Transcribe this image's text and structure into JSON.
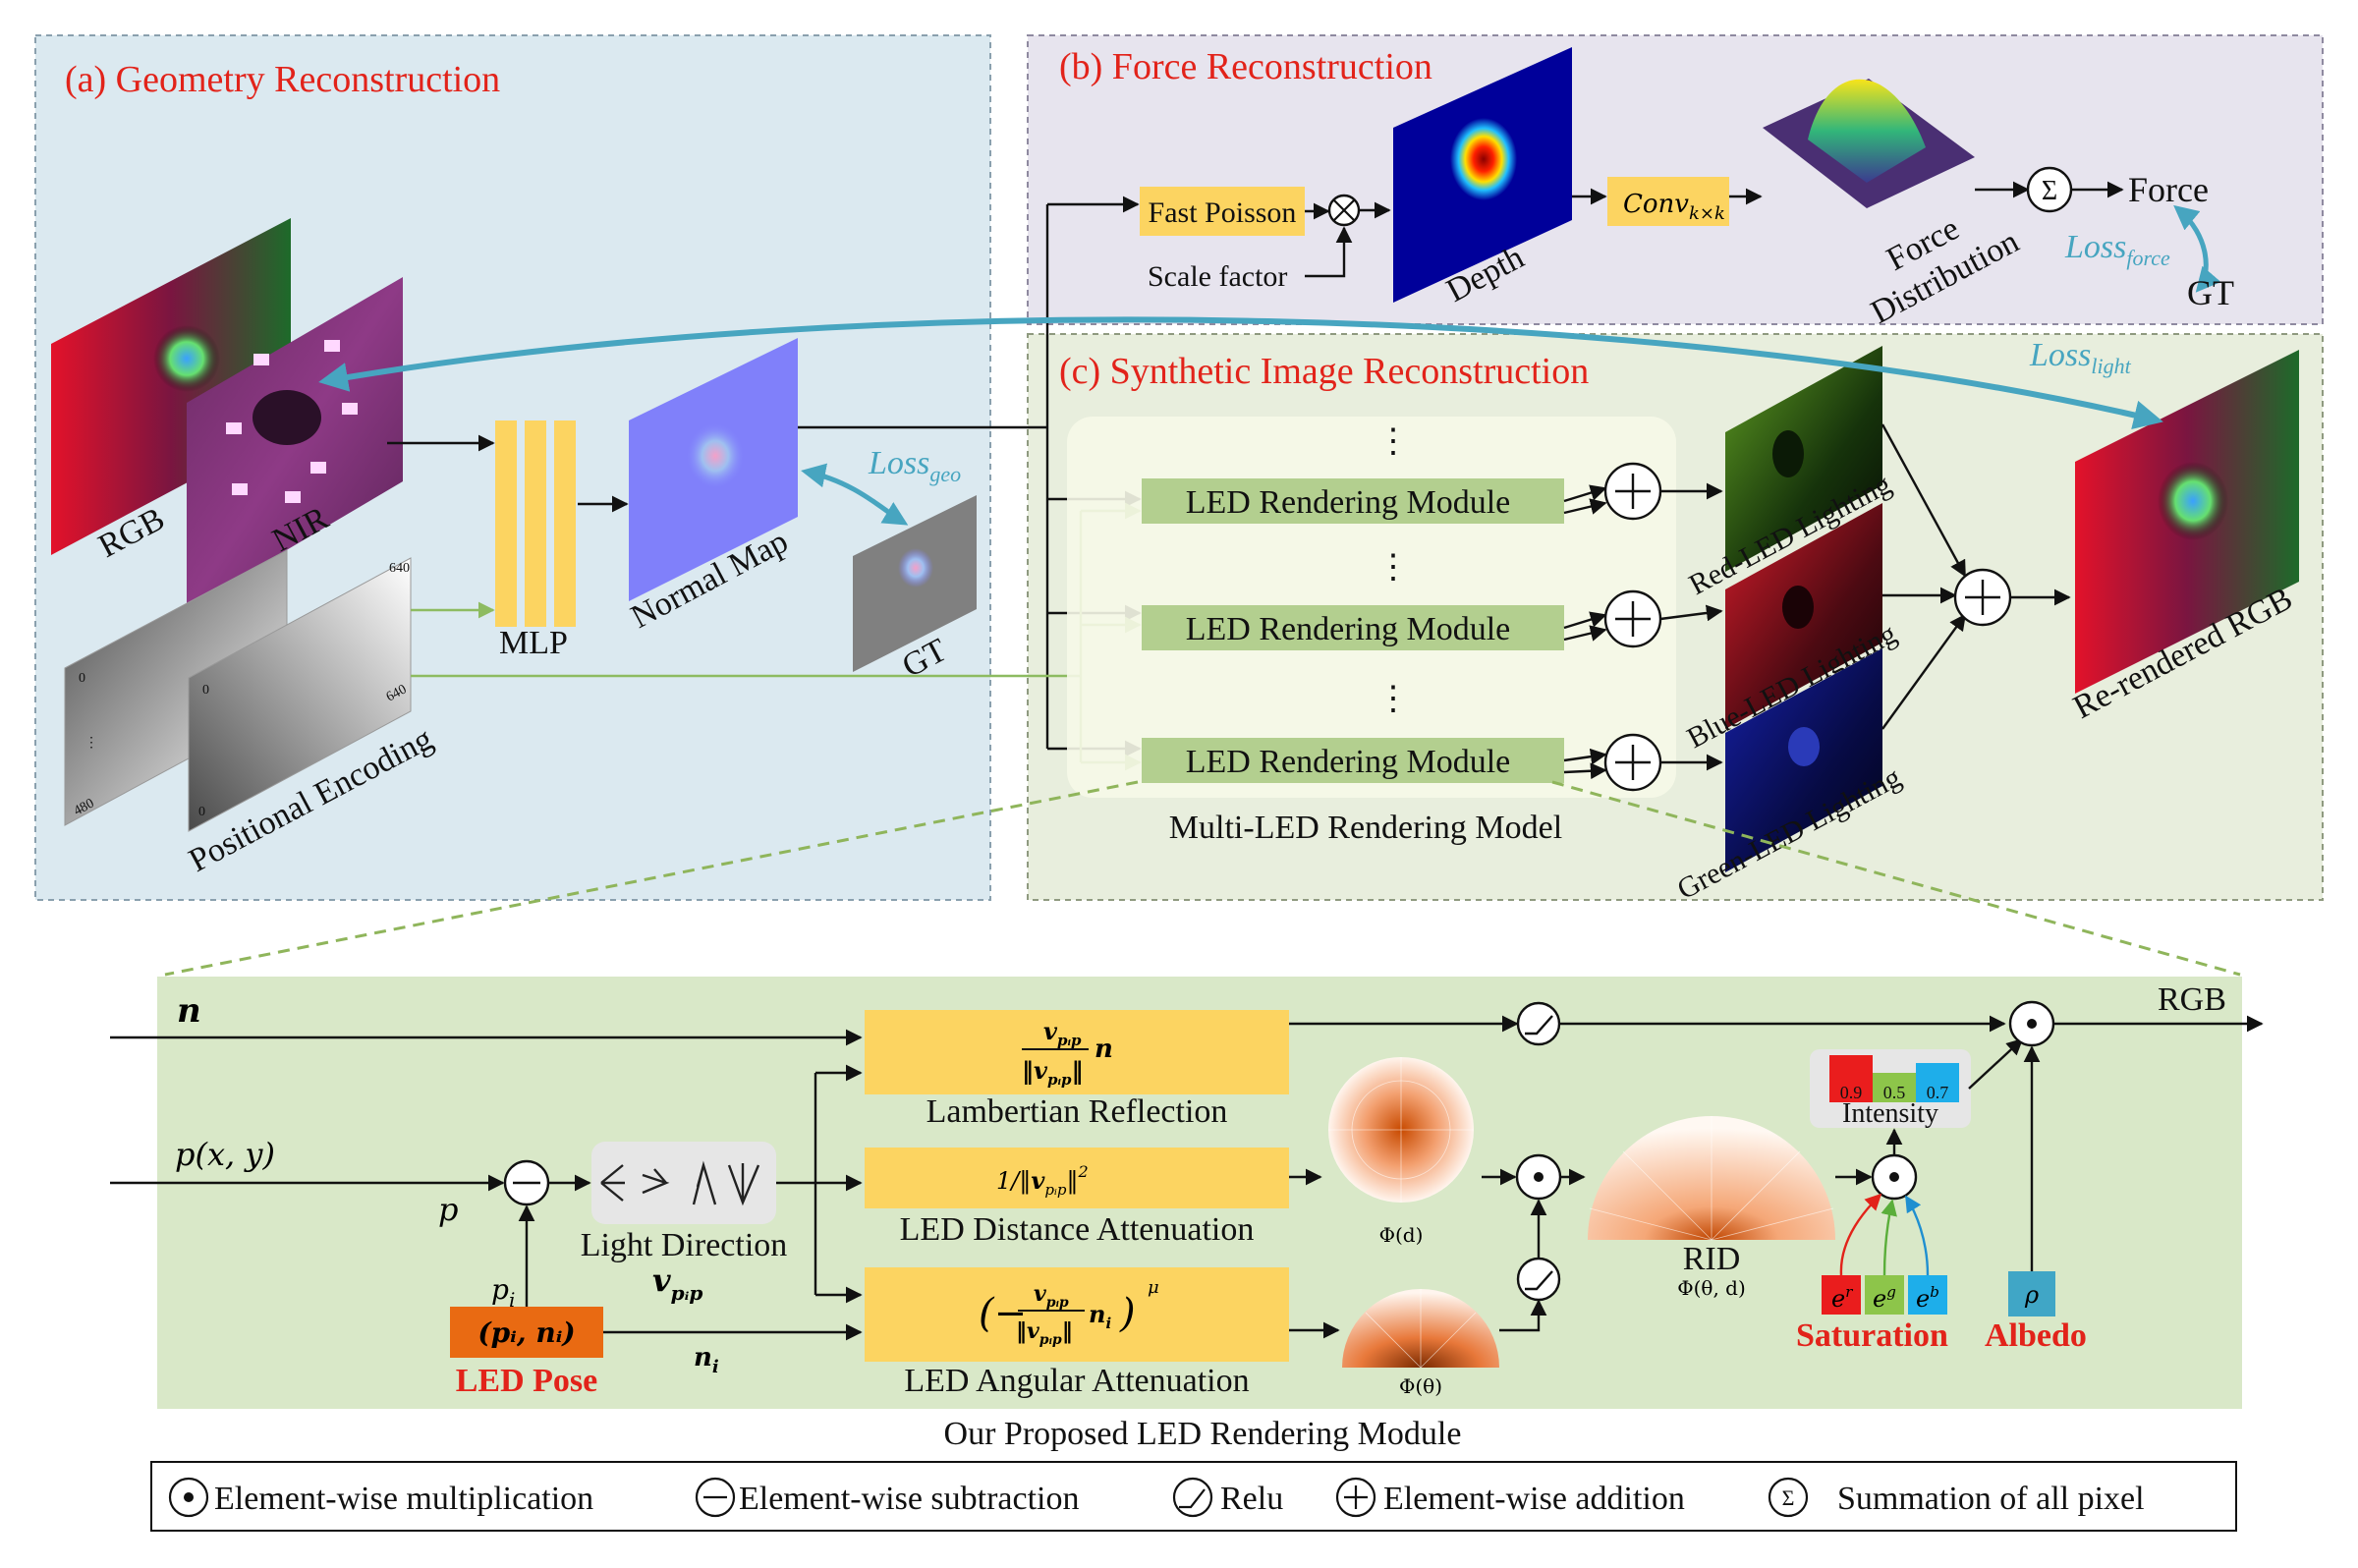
{
  "panels": {
    "geometry": {
      "title": "(a) Geometry Reconstruction"
    },
    "force": {
      "title": "(b) Force Reconstruction"
    },
    "synthetic": {
      "title": "(c) Synthetic Image Reconstruction"
    }
  },
  "geometry": {
    "rgb_label": "RGB",
    "nir_label": "NIR",
    "positional_encoding_label": "Positional Encoding",
    "pe_ticks": {
      "a": "0",
      "b": "640",
      "c": "480",
      "d": "0",
      "e": "640",
      "f": "0",
      "dots": "⋮"
    },
    "mlp_label": "MLP",
    "normal_map_label": "Normal Map",
    "gt_label": "GT",
    "loss_geo": {
      "main": "Loss",
      "sub": "geo"
    }
  },
  "force": {
    "fast_poisson": "Fast Poisson",
    "scale_factor": "Scale factor",
    "depth_label": "Depth",
    "conv": {
      "main": "Conv",
      "sub": "k×k"
    },
    "force_distribution_line1": "Force",
    "force_distribution_line2": "Distribution",
    "sum_symbol": "Σ",
    "force_label": "Force",
    "loss_force": {
      "main": "Loss",
      "sub": "force"
    },
    "gt_label": "GT"
  },
  "synthetic": {
    "loss_light": {
      "main": "Loss",
      "sub": "light"
    },
    "led_modules": [
      "LED Rendering Module",
      "LED Rendering Module",
      "LED Rendering Module"
    ],
    "vdots": "⋮",
    "multi_led_label": "Multi-LED Rendering Model",
    "lighting_labels": [
      "Red-LED Lighting",
      "Blue-LED Lighting",
      "Green-LED Lighting"
    ],
    "rerendered_label": "Re-rendered RGB"
  },
  "module": {
    "title": "Our Proposed LED Rendering Module",
    "n_input": "n",
    "p_input": "p(x, y)",
    "p_label": "p",
    "pi_label": "p",
    "pi_sub": "i",
    "led_pose_formula": "(pᵢ, nᵢ)",
    "led_pose_label": "LED Pose",
    "ni_label": "n",
    "ni_sub": "i",
    "light_direction_label": "Light Direction",
    "light_dir_var": "v",
    "light_dir_sub": "pᵢp",
    "lambertian_label": "Lambertian Reflection",
    "distance_label": "LED Distance Attenuation",
    "angular_label": "LED Angular Attenuation",
    "phi_d": "Φ(d)",
    "phi_theta": "Φ(θ)",
    "rid_label": "RID",
    "rid_formula": "Φ(θ, d)",
    "intensity_label": "Intensity",
    "intensity_values": [
      "0.9",
      "0.5",
      "0.7"
    ],
    "saturation_label": "Saturation",
    "albedo_label": "Albedo",
    "er": "e",
    "er_sup": "r",
    "eg": "e",
    "eg_sup": "g",
    "eb": "e",
    "eb_sup": "b",
    "rho": "ρ",
    "rgb_output": "RGB"
  },
  "legend": {
    "items": [
      {
        "symbol": "⊙",
        "label": "Element-wise multiplication"
      },
      {
        "symbol": "−",
        "label": "Element-wise subtraction"
      },
      {
        "symbol": "relu",
        "label": "Relu"
      },
      {
        "symbol": "+",
        "label": "Element-wise addition"
      },
      {
        "symbol": "Σ",
        "label": "Summation of all pixel"
      }
    ]
  },
  "colors": {
    "panel_a_bg": "#dbe9f0",
    "panel_b_bg": "#e7e4ee",
    "panel_c_bg": "#e8eedd",
    "module_bg": "#d9e8c8",
    "accent_red": "#e2231a",
    "loss_blue": "#47a5c0",
    "yellow_box": "#fcd461",
    "led_module_green": "#b3cf8f",
    "led_pose_orange": "#e96a12"
  }
}
